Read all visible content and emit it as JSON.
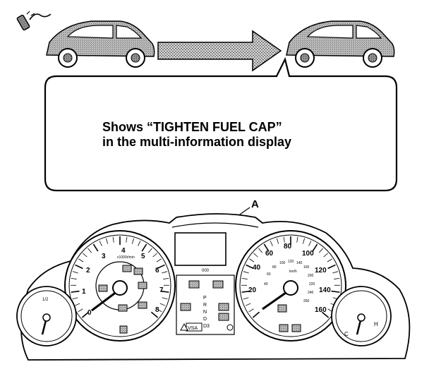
{
  "callout": {
    "line1": "Shows “TIGHTEN FUEL CAP”",
    "line2": "in the multi-information display"
  },
  "label_a": "A",
  "tachometer": {
    "ticks": [
      "0",
      "1",
      "2",
      "3",
      "4",
      "5",
      "6",
      "7",
      "8"
    ],
    "unit": "x1000r/min"
  },
  "speedometer": {
    "ticks": [
      "20",
      "40",
      "60",
      "80",
      "100",
      "120",
      "140",
      "160"
    ],
    "inner_ticks": [
      "40",
      "60",
      "80",
      "100",
      "120",
      "140",
      "160",
      "200",
      "220",
      "240",
      "260"
    ],
    "unit": "km/h"
  },
  "fuel_gauge": {
    "top": "1/2"
  },
  "temp_gauge": {
    "left": "C",
    "right": "H"
  },
  "gear_letters": [
    "P",
    "R",
    "N",
    "D",
    "D3"
  ],
  "vsa_label": "VSA",
  "display_text": "000"
}
